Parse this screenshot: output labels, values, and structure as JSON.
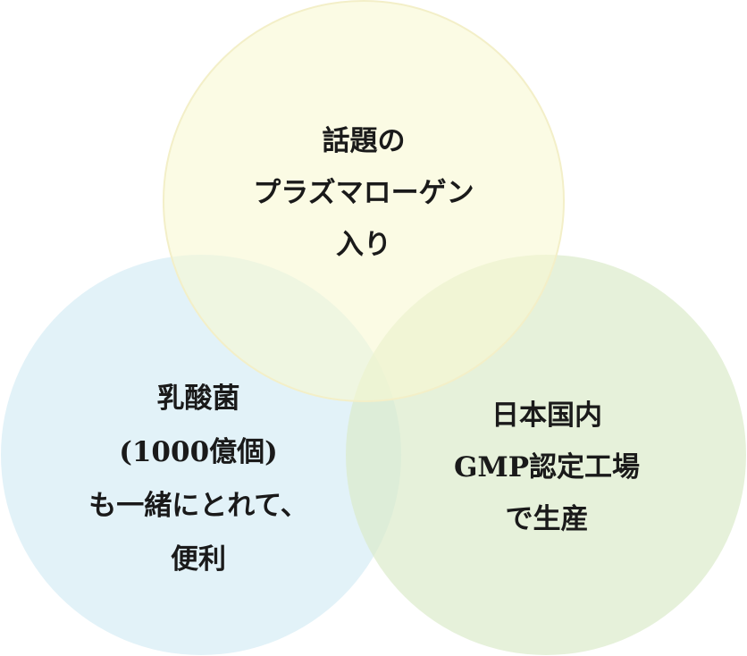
{
  "circles": [
    {
      "id": "top",
      "lines": [
        "話題の",
        "プラズマローゲン",
        "入り"
      ],
      "color": "#f9f8d2"
    },
    {
      "id": "left",
      "lines": [
        "乳酸菌",
        "(1000億個)",
        "も一緒にとれて、",
        "便利"
      ],
      "color": "#d8eef6"
    },
    {
      "id": "right",
      "lines": [
        "日本国内",
        "GMP認定工場",
        "で生産"
      ],
      "color": "#dcebcb"
    }
  ]
}
